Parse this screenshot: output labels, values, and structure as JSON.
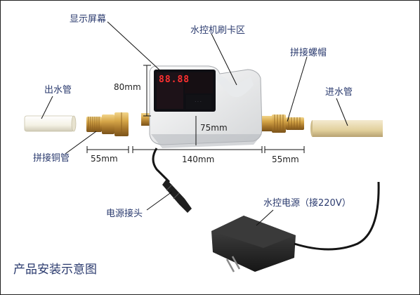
{
  "labels": {
    "screen": "显示屏幕",
    "card_area": "水控机刷卡区",
    "outlet_pipe": "出水管",
    "connector_nut": "拼接螺帽",
    "inlet_pipe": "进水管",
    "copper_pipe": "拼接铜管",
    "power_connector": "电源接头",
    "power_supply": "水控电源（接220V）",
    "caption": "产品安装示意图"
  },
  "dimensions": {
    "height": "80mm",
    "depth": "75mm",
    "left_pipe": "55mm",
    "body_width": "140mm",
    "right_pipe": "55mm"
  },
  "device": {
    "display_text": "88.88"
  },
  "colors": {
    "label_text": "#2a3a6e",
    "leader_line": "#111111",
    "display_red": "#ff3030",
    "brass": "#c99a3c",
    "pipe_white": "#f4f1e4",
    "pipe_tan": "#e6d6a6",
    "adapter": "#2a2a2a"
  }
}
